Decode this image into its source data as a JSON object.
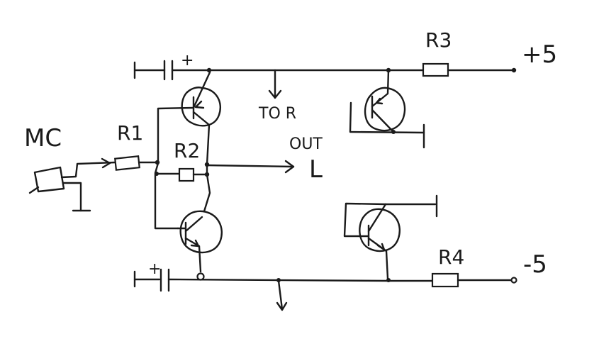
{
  "labels": {
    "mic": "MC",
    "r1": "R1",
    "r2": "R2",
    "r3": "R3",
    "r4": "R4",
    "to_r": "TO R",
    "out": "OUT",
    "left": "L",
    "plus5": "+5",
    "minus5": "-5",
    "cap_plus_top": "+",
    "cap_plus_bottom": "+"
  },
  "colors": {
    "ink": "#1a1a1a",
    "background": "#ffffff"
  }
}
